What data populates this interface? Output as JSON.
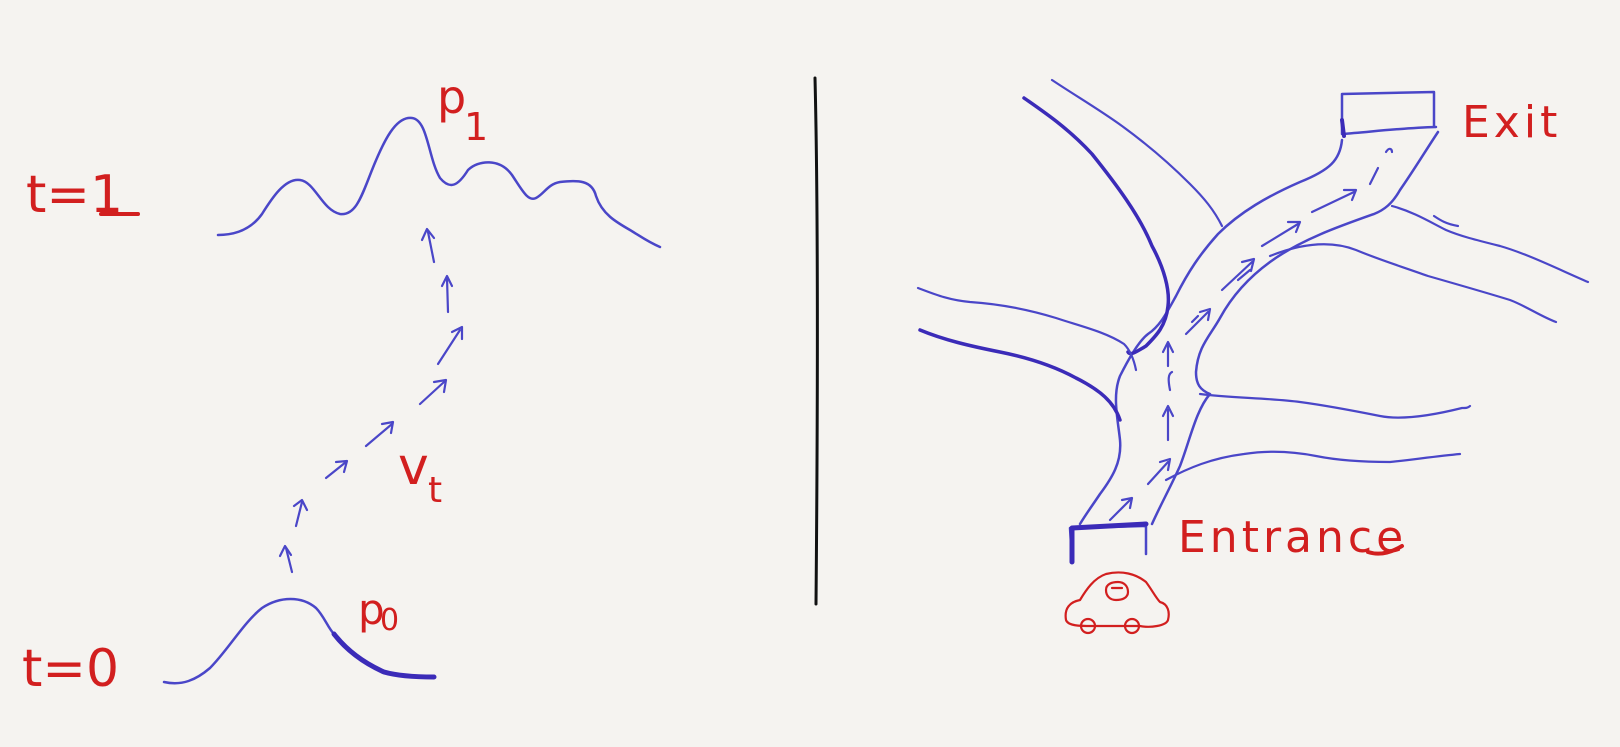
{
  "labels": {
    "t_one": "t=1",
    "t_zero": "t=0",
    "p1_letter": "p",
    "p1_sub": "1",
    "p0_letter": "p",
    "p0_sub": "0",
    "vt_letter": "v",
    "vt_sub": "t",
    "exit": "Exit",
    "entrance": "Entrance"
  },
  "colors": {
    "background": "#f5f3f0",
    "ink_blue": "#4a46c8",
    "ink_red": "#d21f1f",
    "divider": "#111111"
  }
}
